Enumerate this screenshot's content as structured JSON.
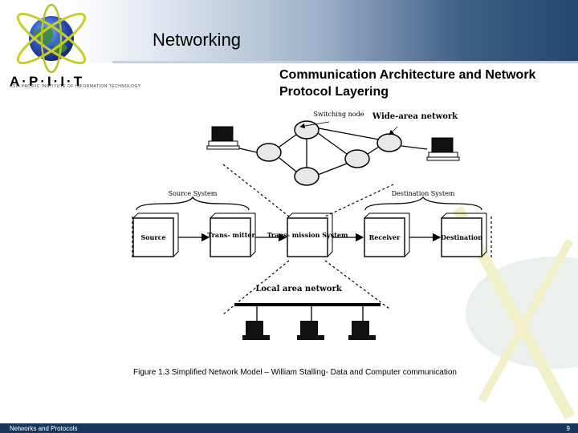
{
  "slide": {
    "title": "Networking",
    "subtitle": "Communication Architecture and Network Protocol Layering",
    "caption": "Figure 1.3 Simplified Network Model – William Stalling- Data and Computer communication",
    "footer_left": "Networks and Protocols",
    "page_number": "9"
  },
  "logo": {
    "brand": "A·P·I·I·T",
    "tagline": "ASIA PACIFIC INSTITUTE OF INFORMATION TECHNOLOGY",
    "icon": "atom-globe-icon"
  },
  "diagram": {
    "switching_node": "Switching node",
    "wide_area_network": "Wide-area network",
    "source_system": "Source System",
    "destination_system": "Destination System",
    "source": "Source",
    "transmitter": "Trans- mitter",
    "transmission_system": "Trans- mission System",
    "receiver": "Receiver",
    "destination": "Destination",
    "local_area_network": "Local area network"
  }
}
